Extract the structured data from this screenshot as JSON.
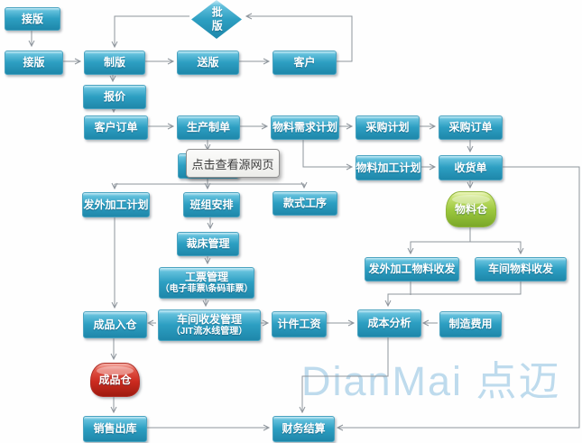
{
  "watermark": {
    "text": "DianMai 点迈",
    "color": "#89bede"
  },
  "tooltip": {
    "text": "点击查看源网页"
  },
  "colors": {
    "node_teal": "#2196ba",
    "node_green": "#9cc83e",
    "node_red": "#cc2b20",
    "connector": "#8e959c"
  },
  "flowchart": {
    "nodes": [
      {
        "id": "receive-plate-1",
        "label": "接版",
        "shape": "box"
      },
      {
        "id": "approve-plate",
        "label": "批版",
        "shape": "diamond"
      },
      {
        "id": "receive-plate-2",
        "label": "接版",
        "shape": "box"
      },
      {
        "id": "make-plate",
        "label": "制版",
        "shape": "box"
      },
      {
        "id": "send-plate",
        "label": "送版",
        "shape": "box"
      },
      {
        "id": "customer",
        "label": "客户",
        "shape": "box"
      },
      {
        "id": "quotation",
        "label": "报价",
        "shape": "box"
      },
      {
        "id": "customer-order",
        "label": "客户订单",
        "shape": "box"
      },
      {
        "id": "production-order",
        "label": "生产制单",
        "shape": "box"
      },
      {
        "id": "material-requirements-plan",
        "label": "物料需求计划",
        "shape": "box"
      },
      {
        "id": "purchase-plan",
        "label": "采购计划",
        "shape": "box"
      },
      {
        "id": "purchase-order",
        "label": "采购订单",
        "shape": "box"
      },
      {
        "id": "covered-node",
        "label": "",
        "shape": "box"
      },
      {
        "id": "material-processing-plan",
        "label": "物料加工计划",
        "shape": "box"
      },
      {
        "id": "receiving-note",
        "label": "收货单",
        "shape": "box"
      },
      {
        "id": "material-warehouse",
        "label": "物料仓",
        "shape": "cyl-green"
      },
      {
        "id": "outsourcing-plan",
        "label": "发外加工计划",
        "shape": "box"
      },
      {
        "id": "team-arrangement",
        "label": "班组安排",
        "shape": "box"
      },
      {
        "id": "style-process",
        "label": "款式工序",
        "shape": "box"
      },
      {
        "id": "cutting-management",
        "label": "裁床管理",
        "shape": "box"
      },
      {
        "id": "work-ticket-management",
        "label": "工票管理",
        "sublabel": "（电子菲票\\条码菲票）",
        "shape": "box"
      },
      {
        "id": "outsourcing-material-io",
        "label": "发外加工物料收发",
        "shape": "box"
      },
      {
        "id": "workshop-material-io",
        "label": "车间物料收发",
        "shape": "box"
      },
      {
        "id": "finished-goods-inbound",
        "label": "成品入仓",
        "shape": "box"
      },
      {
        "id": "workshop-io-management",
        "label": "车间收发管理",
        "sublabel": "（JIT流水线管理）",
        "shape": "box"
      },
      {
        "id": "piece-rate-wage",
        "label": "计件工资",
        "shape": "box"
      },
      {
        "id": "cost-analysis",
        "label": "成本分析",
        "shape": "box"
      },
      {
        "id": "manufacturing-expense",
        "label": "制造费用",
        "shape": "box"
      },
      {
        "id": "finished-goods-warehouse",
        "label": "成品仓",
        "shape": "cyl-red"
      },
      {
        "id": "sales-outbound",
        "label": "销售出库",
        "shape": "box"
      },
      {
        "id": "financial-settlement",
        "label": "财务结算",
        "shape": "box"
      }
    ]
  }
}
